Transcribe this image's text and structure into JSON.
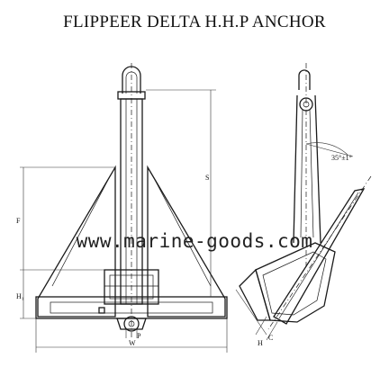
{
  "title": "FLIPPEER DELTA H.H.P ANCHOR",
  "watermark": "www.marine-goods.com",
  "dimension_labels": {
    "s": "S",
    "f": "F",
    "h1": "H₁",
    "p": "P",
    "w": "W",
    "angle": "35°±1°",
    "c": "C",
    "h": "H"
  }
}
